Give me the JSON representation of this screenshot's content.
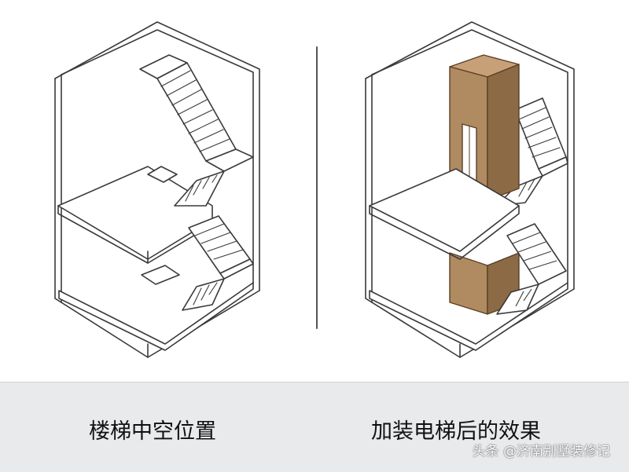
{
  "captions": {
    "left": "楼梯中空位置",
    "right": "加装电梯后的效果"
  },
  "watermark": "头条 @济南别墅装修记",
  "colors": {
    "line": "#3a3a3a",
    "elevator": "#b08a60",
    "elevator_dark": "#8c6a45",
    "caption_bg": "#e9eaec"
  }
}
